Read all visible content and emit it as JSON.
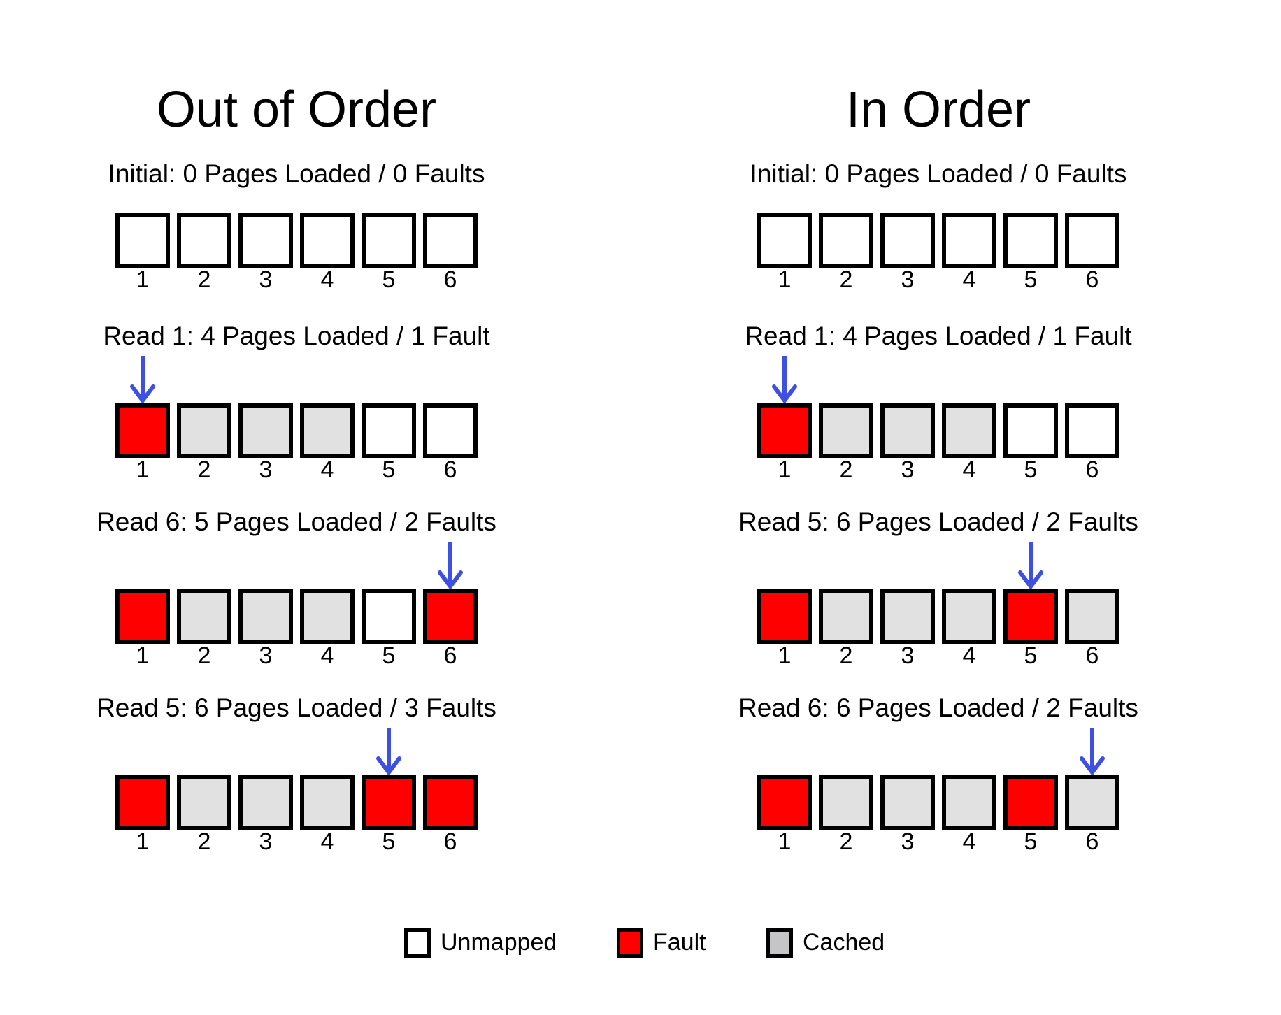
{
  "columns": [
    {
      "title": "Out of Order",
      "stages": [
        {
          "label": "Initial: 0 Pages Loaded / 0 Faults",
          "states": [
            "unmapped",
            "unmapped",
            "unmapped",
            "unmapped",
            "unmapped",
            "unmapped"
          ],
          "arrow_at": null
        },
        {
          "label": "Read 1: 4 Pages Loaded / 1 Fault",
          "states": [
            "fault",
            "cached",
            "cached",
            "cached",
            "unmapped",
            "unmapped"
          ],
          "arrow_at": 1
        },
        {
          "label": "Read 6: 5 Pages Loaded / 2 Faults",
          "states": [
            "fault",
            "cached",
            "cached",
            "cached",
            "unmapped",
            "fault"
          ],
          "arrow_at": 6
        },
        {
          "label": "Read 5: 6 Pages Loaded / 3 Faults",
          "states": [
            "fault",
            "cached",
            "cached",
            "cached",
            "fault",
            "fault"
          ],
          "arrow_at": 5
        }
      ]
    },
    {
      "title": "In Order",
      "stages": [
        {
          "label": "Initial: 0 Pages Loaded / 0 Faults",
          "states": [
            "unmapped",
            "unmapped",
            "unmapped",
            "unmapped",
            "unmapped",
            "unmapped"
          ],
          "arrow_at": null
        },
        {
          "label": "Read 1: 4 Pages Loaded / 1 Fault",
          "states": [
            "fault",
            "cached",
            "cached",
            "cached",
            "unmapped",
            "unmapped"
          ],
          "arrow_at": 1
        },
        {
          "label": "Read 5: 6 Pages Loaded / 2 Faults",
          "states": [
            "fault",
            "cached",
            "cached",
            "cached",
            "fault",
            "cached"
          ],
          "arrow_at": 5
        },
        {
          "label": "Read 6: 6 Pages Loaded / 2 Faults",
          "states": [
            "fault",
            "cached",
            "cached",
            "cached",
            "fault",
            "cached"
          ],
          "arrow_at": 6
        }
      ]
    }
  ],
  "cell_labels": [
    "1",
    "2",
    "3",
    "4",
    "5",
    "6"
  ],
  "legend": {
    "items": [
      {
        "label": "Unmapped",
        "state": "unmapped"
      },
      {
        "label": "Fault",
        "state": "fault"
      },
      {
        "label": "Cached",
        "state": "cached"
      }
    ]
  },
  "colors": {
    "fault": "#ff0000",
    "cached": "#e1e1e1",
    "unmapped": "#ffffff",
    "legend_cached": "#c5c5c8",
    "arrow": "#3d50e1",
    "border": "#000000"
  }
}
